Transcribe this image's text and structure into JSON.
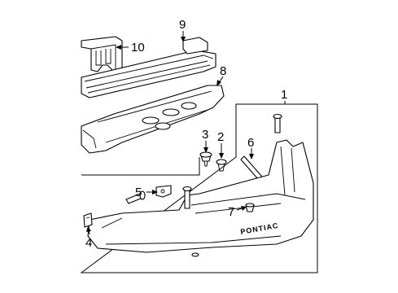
{
  "callouts": [
    {
      "id": "1",
      "text": "1"
    },
    {
      "id": "2",
      "text": "2"
    },
    {
      "id": "3",
      "text": "3"
    },
    {
      "id": "4",
      "text": "4"
    },
    {
      "id": "5",
      "text": "5"
    },
    {
      "id": "6",
      "text": "6"
    },
    {
      "id": "7",
      "text": "7"
    },
    {
      "id": "8",
      "text": "8"
    },
    {
      "id": "9",
      "text": "9"
    },
    {
      "id": "10",
      "text": "10"
    }
  ],
  "bumper_brand_text": "PONTIAC"
}
